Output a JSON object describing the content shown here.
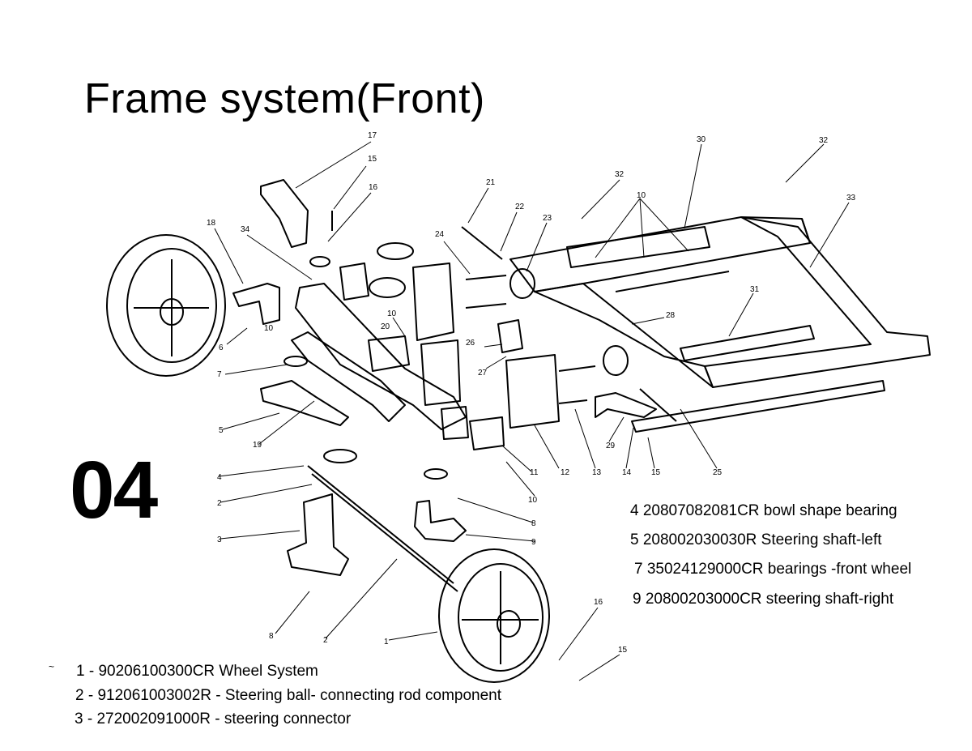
{
  "title": "Frame system(Front)",
  "page_number": "04",
  "stray_mark": "~",
  "legend_bottom": [
    "1 - 90206100300CR Wheel System",
    "2 - 912061003002R - Steering ball- connecting rod component",
    "3 - 272002091000R  - steering connector"
  ],
  "legend_right": [
    "4 20807082081CR bowl shape bearing",
    "5 208002030030R Steering shaft-left",
    "7 35024129000CR bearings -front wheel",
    "9 20800203000CR steering shaft-right"
  ],
  "callouts": [
    "1",
    "2",
    "2",
    "3",
    "4",
    "5",
    "6",
    "7",
    "8",
    "8",
    "9",
    "10",
    "10",
    "10",
    "10",
    "11",
    "12",
    "13",
    "14",
    "15",
    "15",
    "15",
    "16",
    "16",
    "17",
    "18",
    "19",
    "20",
    "21",
    "22",
    "23",
    "24",
    "25",
    "26",
    "27",
    "28",
    "29",
    "30",
    "31",
    "32",
    "32",
    "33",
    "34"
  ]
}
